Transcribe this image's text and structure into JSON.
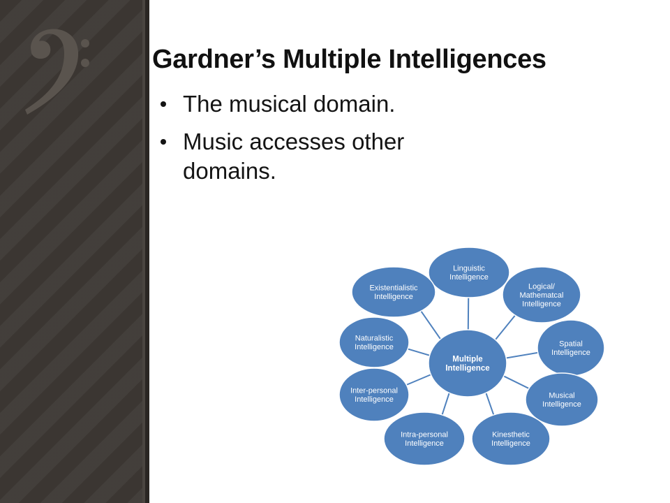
{
  "slide": {
    "title": "Gardner’s Multiple Intelligences",
    "bullets": [
      {
        "text": "The musical domain."
      },
      {
        "text": "Music accesses other domains."
      }
    ]
  },
  "decoration": {
    "side_panel_icon": "bass-clef-icon"
  },
  "diagram": {
    "colors": {
      "node": "#4f81bd",
      "stroke": "#3d6da3",
      "connector": "#4f81bd",
      "text": "#ffffff"
    },
    "center": {
      "lines": [
        "Multiple",
        "Intelligence"
      ]
    },
    "nodes": [
      {
        "lines": [
          "Linguistic",
          "Intelligence"
        ]
      },
      {
        "lines": [
          "Logical/",
          "Mathematcal",
          "Intelligence"
        ]
      },
      {
        "lines": [
          "Spatial",
          "Intelligence"
        ]
      },
      {
        "lines": [
          "Musical",
          "Intelligence"
        ]
      },
      {
        "lines": [
          "Kinesthetic",
          "Intelligence"
        ]
      },
      {
        "lines": [
          "Intra-personal",
          "Intelligence"
        ]
      },
      {
        "lines": [
          "Inter-personal",
          "Intelligence"
        ]
      },
      {
        "lines": [
          "Naturalistic",
          "Intelligence"
        ]
      },
      {
        "lines": [
          "Existentialistic",
          "Intelligence"
        ]
      }
    ]
  }
}
